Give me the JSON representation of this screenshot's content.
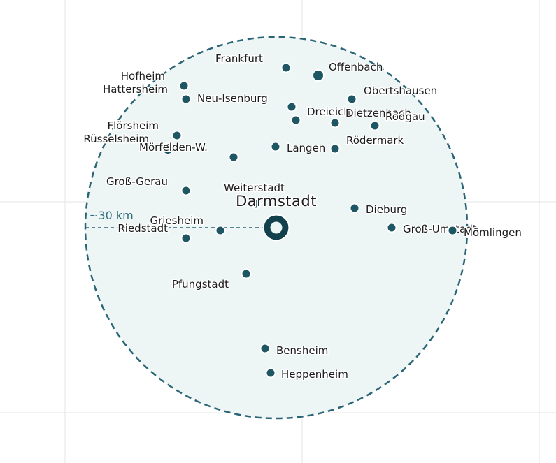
{
  "map": {
    "colors": {
      "radius_fill": "#eef5f5",
      "radius_stroke": "#2a6576",
      "marker": "#1e5663",
      "marker_stroke": "#ffffff",
      "label": "#1c1c1c",
      "radius_label": "#2e6b7a",
      "center": "#12414d"
    },
    "center": {
      "name": "Darmstadt"
    },
    "radius_label": "~30 km",
    "cities": [
      {
        "name": "Frankfurt",
        "size": "small"
      },
      {
        "name": "Offenbach",
        "size": "large"
      },
      {
        "name": "Hofheim",
        "size": "small"
      },
      {
        "name": "Hattersheim",
        "size": "small"
      },
      {
        "name": "Neu-Isenburg",
        "size": "small"
      },
      {
        "name": "Obertshausen",
        "size": "small"
      },
      {
        "name": "Dreieich",
        "size": "small"
      },
      {
        "name": "Dietzenbach",
        "size": "small"
      },
      {
        "name": "Rodgau",
        "size": "small"
      },
      {
        "name": "Flörsheim",
        "size": "small"
      },
      {
        "name": "Rüsselsheim",
        "size": "large"
      },
      {
        "name": "Mörfelden-W.",
        "size": "small"
      },
      {
        "name": "Langen",
        "size": "small"
      },
      {
        "name": "Rödermark",
        "size": "small"
      },
      {
        "name": "Groß-Gerau",
        "size": "small"
      },
      {
        "name": "Weiterstadt",
        "size": "small"
      },
      {
        "name": "Dieburg",
        "size": "small"
      },
      {
        "name": "Griesheim",
        "size": "small"
      },
      {
        "name": "Riedstadt",
        "size": "small"
      },
      {
        "name": "Groß-Umstadt",
        "size": "small"
      },
      {
        "name": "Mömlingen",
        "size": "small"
      },
      {
        "name": "Pfungstadt",
        "size": "small"
      },
      {
        "name": "Bensheim",
        "size": "small"
      },
      {
        "name": "Heppenheim",
        "size": "small"
      }
    ]
  }
}
